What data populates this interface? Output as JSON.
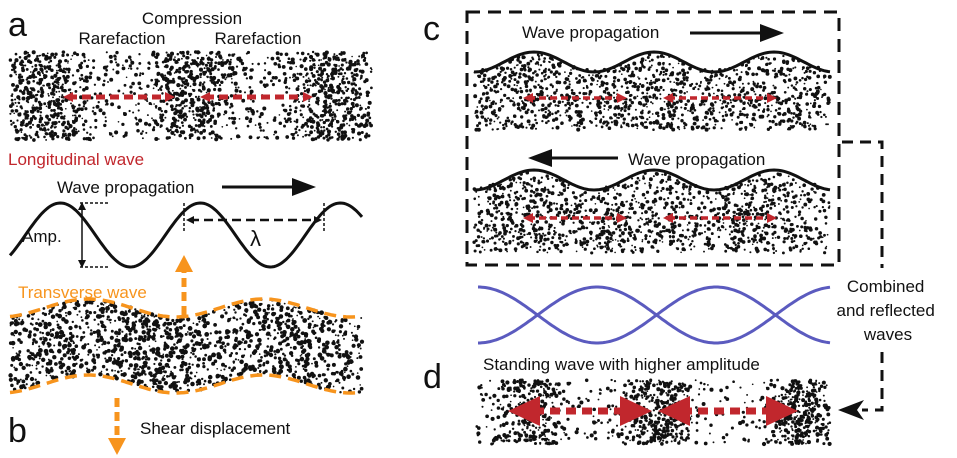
{
  "panels": {
    "a": {
      "letter": "a",
      "labels": {
        "compression": "Compression",
        "rarefaction_left": "Rarefaction",
        "rarefaction_right": "Rarefaction"
      },
      "wave_type": "Longitudinal wave"
    },
    "b": {
      "letter": "b",
      "propagation_label": "Wave propagation",
      "amplitude_label": "Amp.",
      "wavelength_label": "λ",
      "wave_type": "Transverse wave",
      "shear_label": "Shear displacement"
    },
    "c": {
      "letter": "c",
      "top_propagation_label": "Wave propagation",
      "bottom_propagation_label": "Wave propagation"
    },
    "d": {
      "letter": "d",
      "combined_label_lines": [
        "Combined",
        "and reflected",
        "waves"
      ],
      "standing_label": "Standing wave with higher amplitude"
    }
  },
  "colors": {
    "longitudinal_accent": "#c1272d",
    "transverse_accent": "#f7941d",
    "combined_wave": "#5b5bbf",
    "ink": "#111111"
  }
}
